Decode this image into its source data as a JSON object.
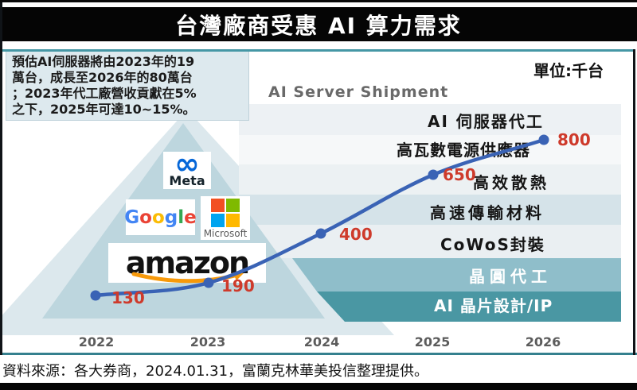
{
  "title_bar": {
    "title": "台灣廠商受惠 AI 算力需求"
  },
  "note_box": {
    "lines": [
      "預估AI伺服器將由2023年的19",
      "萬台，成長至2026年的80萬台",
      "；2023年代工廠營收貢獻在5%",
      "之下，2025年可達10~15%。"
    ]
  },
  "chart": {
    "title": "AI Server Shipment",
    "unit_label": "單位:千台",
    "years": [
      "2022",
      "2023",
      "2024",
      "2025",
      "2026"
    ],
    "points": [
      {
        "year": "2022",
        "value": "130"
      },
      {
        "year": "2023",
        "value": "190"
      },
      {
        "year": "2024",
        "value": "400"
      },
      {
        "year": "2025",
        "value": "650"
      },
      {
        "year": "2026",
        "value": "800"
      }
    ],
    "line_color": "#3a63b5",
    "value_color": "#ce3a2b"
  },
  "layers": [
    {
      "label": "AI 伺服器代工",
      "color": "#edf1f4"
    },
    {
      "label": "高瓦數電源供應器",
      "color": "#f6f8f9"
    },
    {
      "label": "高效散熱",
      "color": "#ecf1f3"
    },
    {
      "label": "高速傳輸材料",
      "color": "#d5e3e9"
    },
    {
      "label": "CoWoS封裝",
      "color": "#eaeff2"
    },
    {
      "label": "晶圓代工",
      "color": "#8fbeca"
    },
    {
      "label": "AI 晶片設計/IP",
      "color": "#4a97a3"
    }
  ],
  "pyramid": {
    "companies": [
      "Meta",
      "Google",
      "Microsoft",
      "amazon"
    ],
    "meta": {
      "infinity": "∞",
      "word": "Meta"
    },
    "google": {
      "letters": [
        {
          "ch": "G",
          "color": "#4285f4"
        },
        {
          "ch": "o",
          "color": "#ea4335"
        },
        {
          "ch": "o",
          "color": "#fbbc05"
        },
        {
          "ch": "g",
          "color": "#4285f4"
        },
        {
          "ch": "l",
          "color": "#34a853"
        },
        {
          "ch": "e",
          "color": "#ea4335"
        }
      ]
    },
    "microsoft": {
      "word": "Microsoft",
      "squares": [
        "#f25022",
        "#7fba00",
        "#00a4ef",
        "#ffb900"
      ]
    },
    "amazon": {
      "word": "amazon"
    }
  },
  "source": {
    "text": "資料來源：各大券商，2024.01.31，富蘭克林華美投信整理提供。"
  },
  "chart_data": {
    "type": "line",
    "title": "AI Server Shipment",
    "unit": "千台 (thousand units)",
    "x": [
      "2022",
      "2023",
      "2024",
      "2025",
      "2026"
    ],
    "series": [
      {
        "name": "AI Server Shipment",
        "values": [
          130,
          190,
          400,
          650,
          800
        ]
      }
    ],
    "ylim": [
      0,
      900
    ],
    "grid": false,
    "legend": false,
    "value_labels": [
      130,
      190,
      400,
      650,
      800
    ],
    "annotations": {
      "headline": "台灣廠商受惠 AI 算力需求",
      "note": "預估AI伺服器將由2023年的19萬台，成長至2026年的80萬台；2023年代工廠營收貢獻在5%之下，2025年可達10~15%。",
      "supply_chain_layers": [
        "AI 伺服器代工",
        "高瓦數電源供應器",
        "高效散熱",
        "高速傳輸材料",
        "CoWoS封裝",
        "晶圓代工",
        "AI 晶片設計/IP"
      ],
      "cloud_customers": [
        "Meta",
        "Google",
        "Microsoft",
        "amazon"
      ],
      "source": "資料來源：各大券商，2024.01.31，富蘭克林華美投信整理提供。"
    }
  }
}
